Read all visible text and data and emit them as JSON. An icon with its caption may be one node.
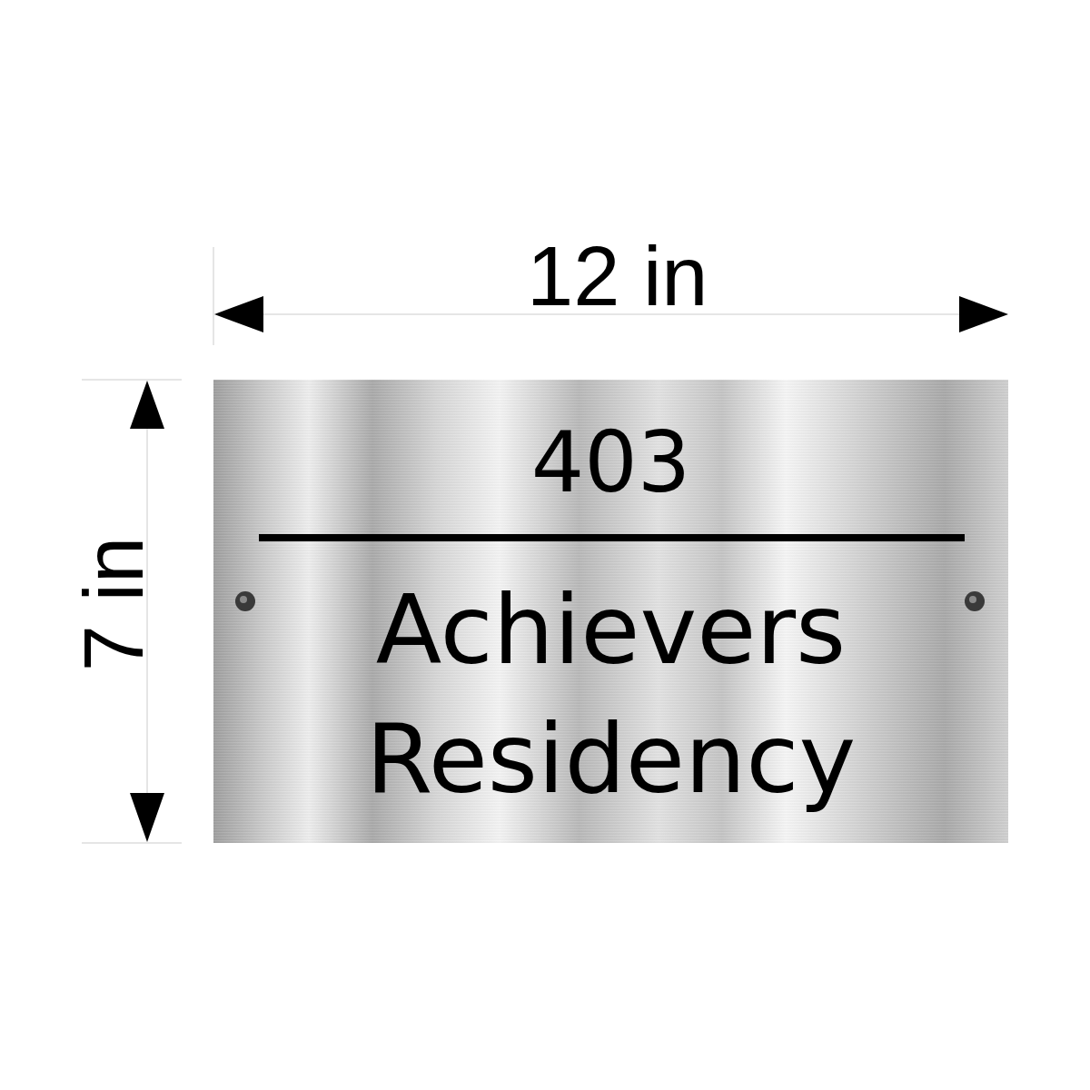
{
  "diagram": {
    "nodes": [
      {
        "text": [
          "403",
          "Achievers Residency"
        ]
      }
    ],
    "labels": [
      "12 in",
      "7 in"
    ]
  }
}
